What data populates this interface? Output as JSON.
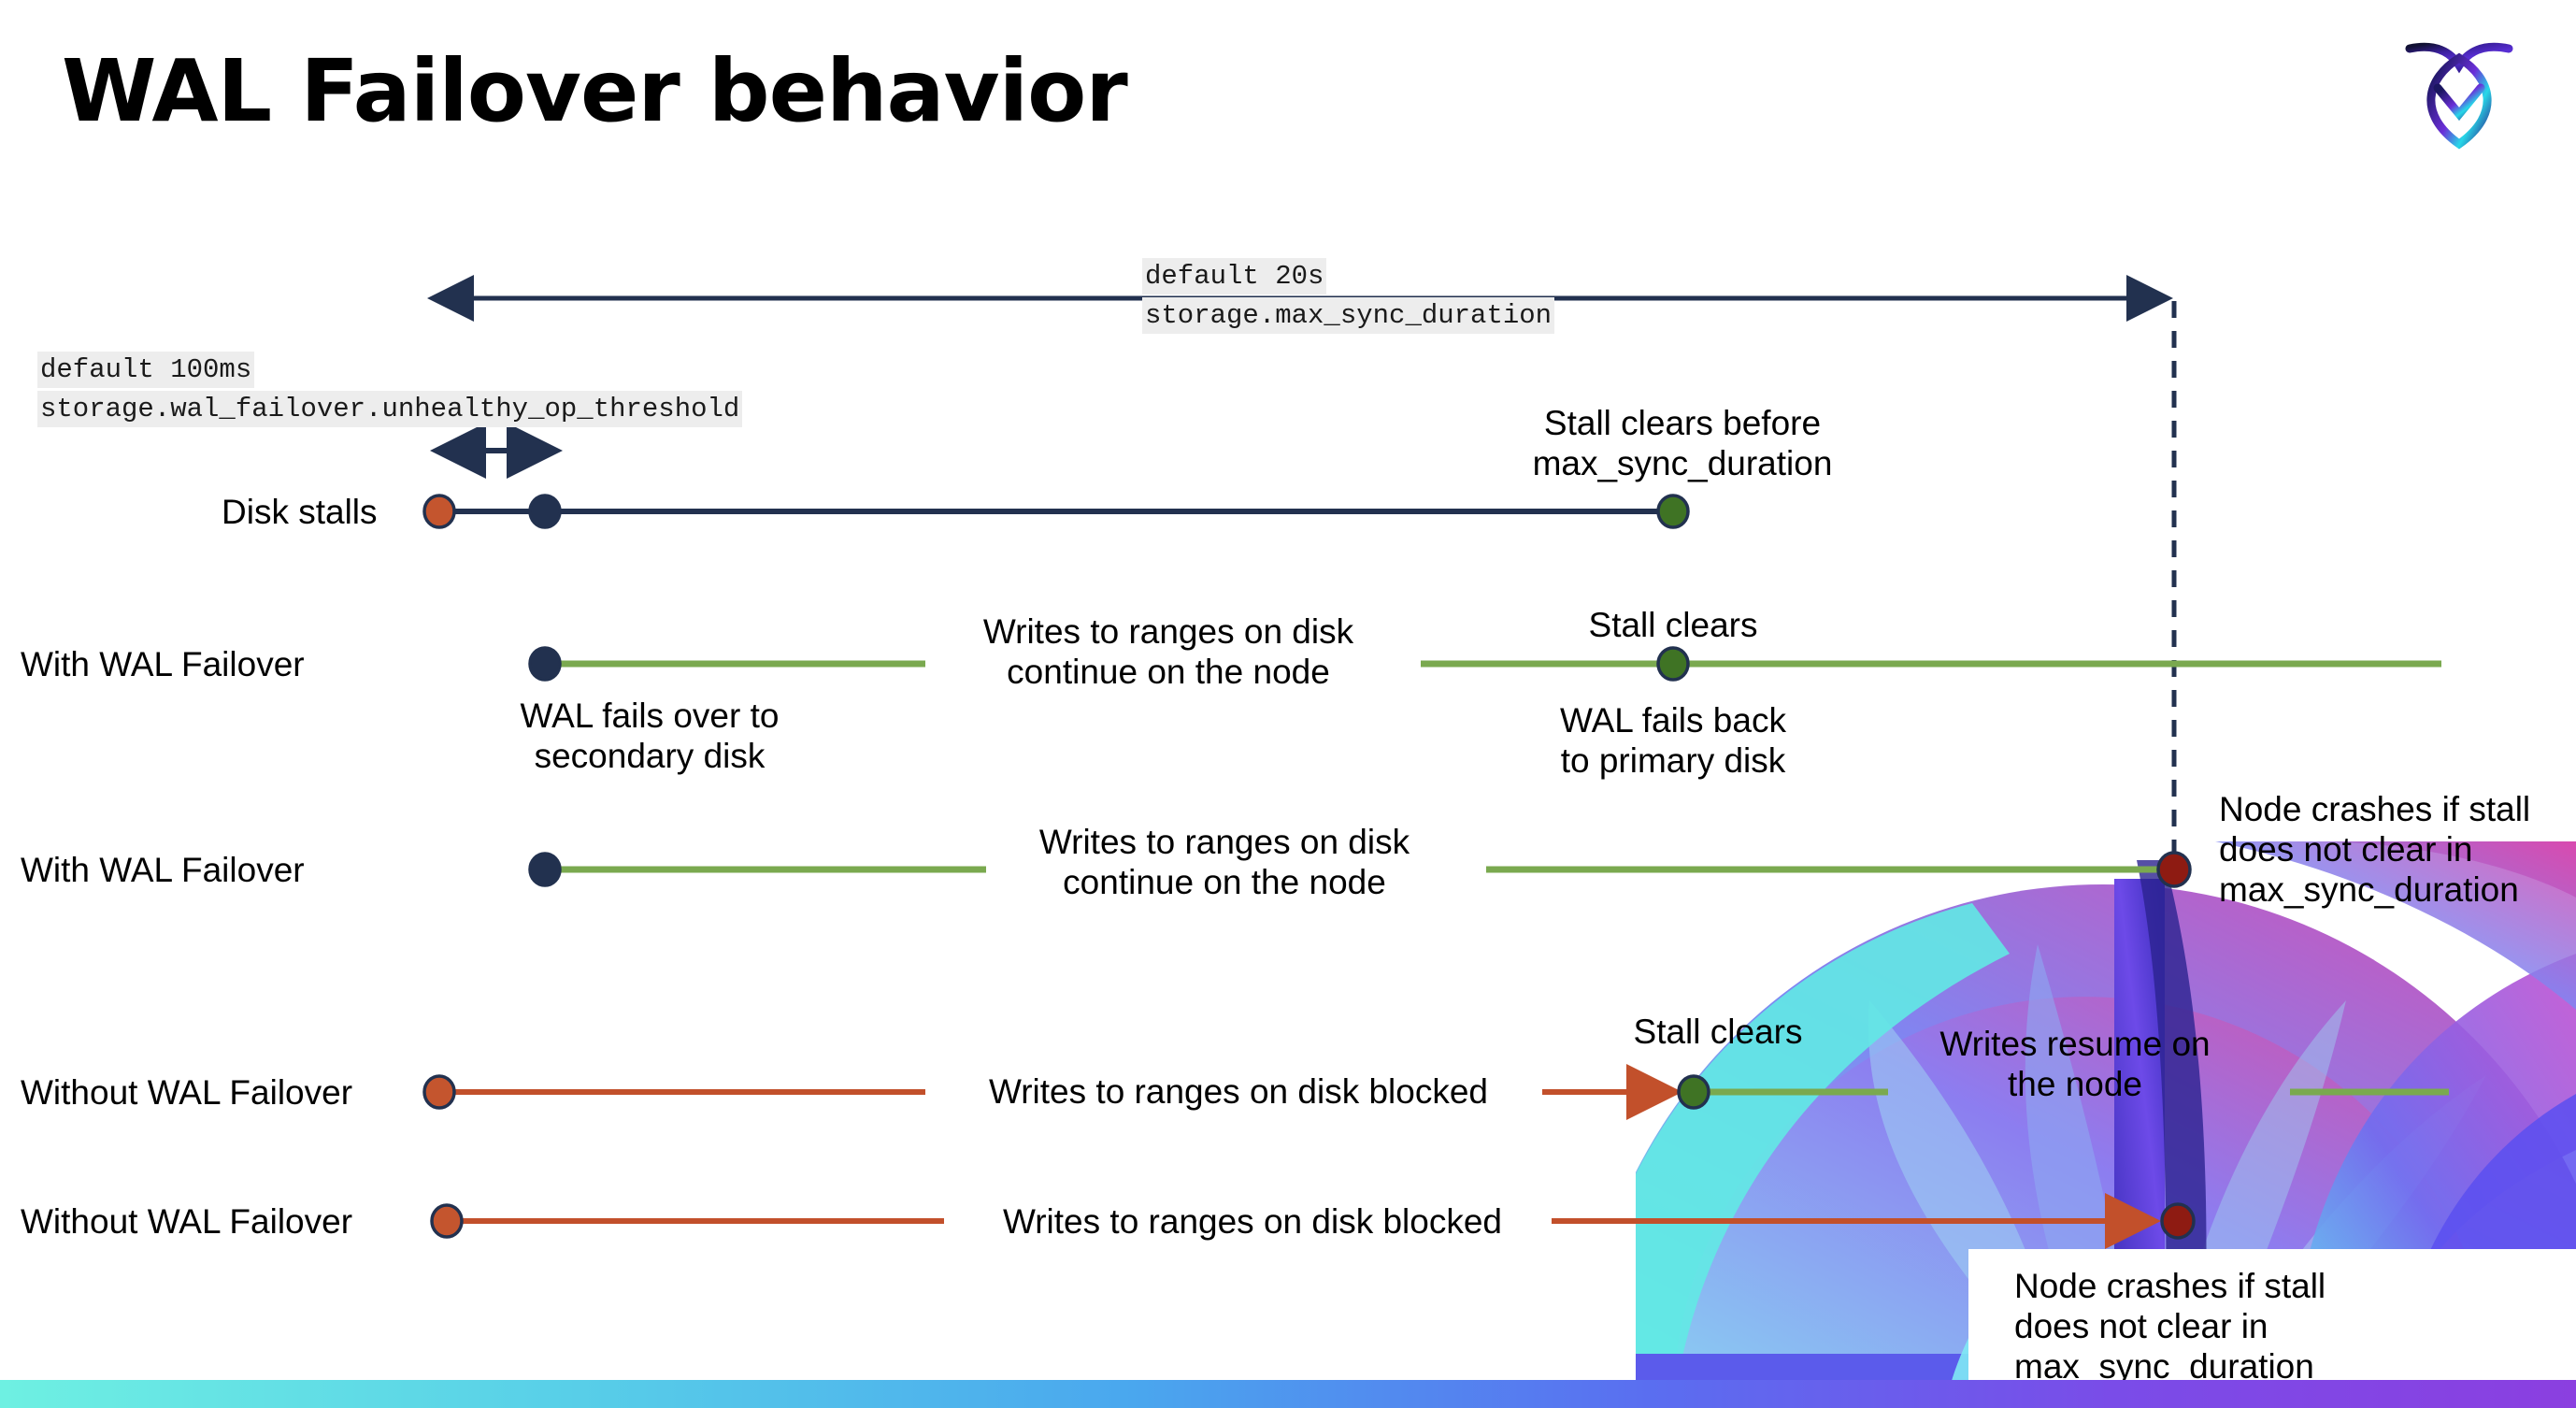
{
  "slide": {
    "title": "WAL Failover behavior",
    "logo_name": "cockroachdb-logo"
  },
  "colors": {
    "navy": "#22314f",
    "green_line": "#7aa94f",
    "green_dot": "#3f7324",
    "orange_line": "#c2502b",
    "orange_dot": "#c4552e",
    "red_dot": "#8e1b12",
    "code_bg": "#ededed",
    "band_start": "#6ef0e2",
    "band_end": "#8b3fe0"
  },
  "code_labels": {
    "max_sync": {
      "line1": "default 20s",
      "line2": "storage.max_sync_duration"
    },
    "unhealthy_op": {
      "line1": "default 100ms",
      "line2": "storage.wal_failover.unhealthy_op_threshold"
    }
  },
  "rows": [
    {
      "label": "Disk stalls"
    },
    {
      "label": "With WAL Failover"
    },
    {
      "label": "With WAL Failover"
    },
    {
      "label": "Without WAL Failover"
    },
    {
      "label": "Without WAL Failover"
    }
  ],
  "annotations": {
    "stall_clears_before": "Stall clears before\nmax_sync_duration",
    "stall_clears_1": "Stall clears",
    "writes_continue_1": "Writes to ranges on disk\ncontinue on the node",
    "wal_fails_over": "WAL fails over to\nsecondary disk",
    "wal_fails_back": "WAL fails  back\nto primary disk",
    "writes_continue_2": "Writes to ranges on disk\ncontinue on the node",
    "node_crashes_1": "Node crashes if stall\ndoes not clear in\nmax_sync_duration",
    "writes_blocked_1": "Writes to ranges on disk  blocked",
    "stall_clears_2": "Stall clears",
    "writes_resume": "Writes resume on\nthe node",
    "writes_blocked_2": "Writes to ranges on disk  blocked",
    "node_crashes_2": "Node crashes if stall\ndoes not clear in\nmax_sync_duration"
  }
}
